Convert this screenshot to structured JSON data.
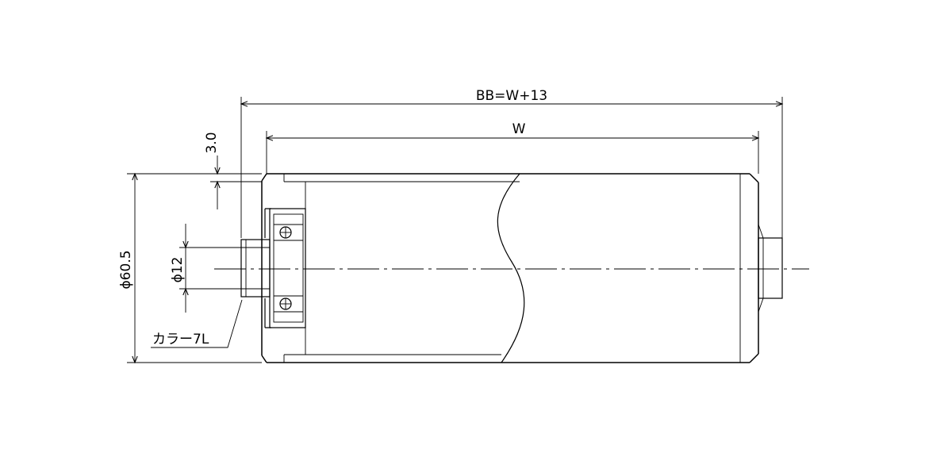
{
  "labels": {
    "overall_length": "BB=W+13",
    "width": "W",
    "offset": "3.0",
    "tube_diameter": "ϕ60.5",
    "shaft_diameter": "ϕ12",
    "collar": "カラー7L"
  }
}
